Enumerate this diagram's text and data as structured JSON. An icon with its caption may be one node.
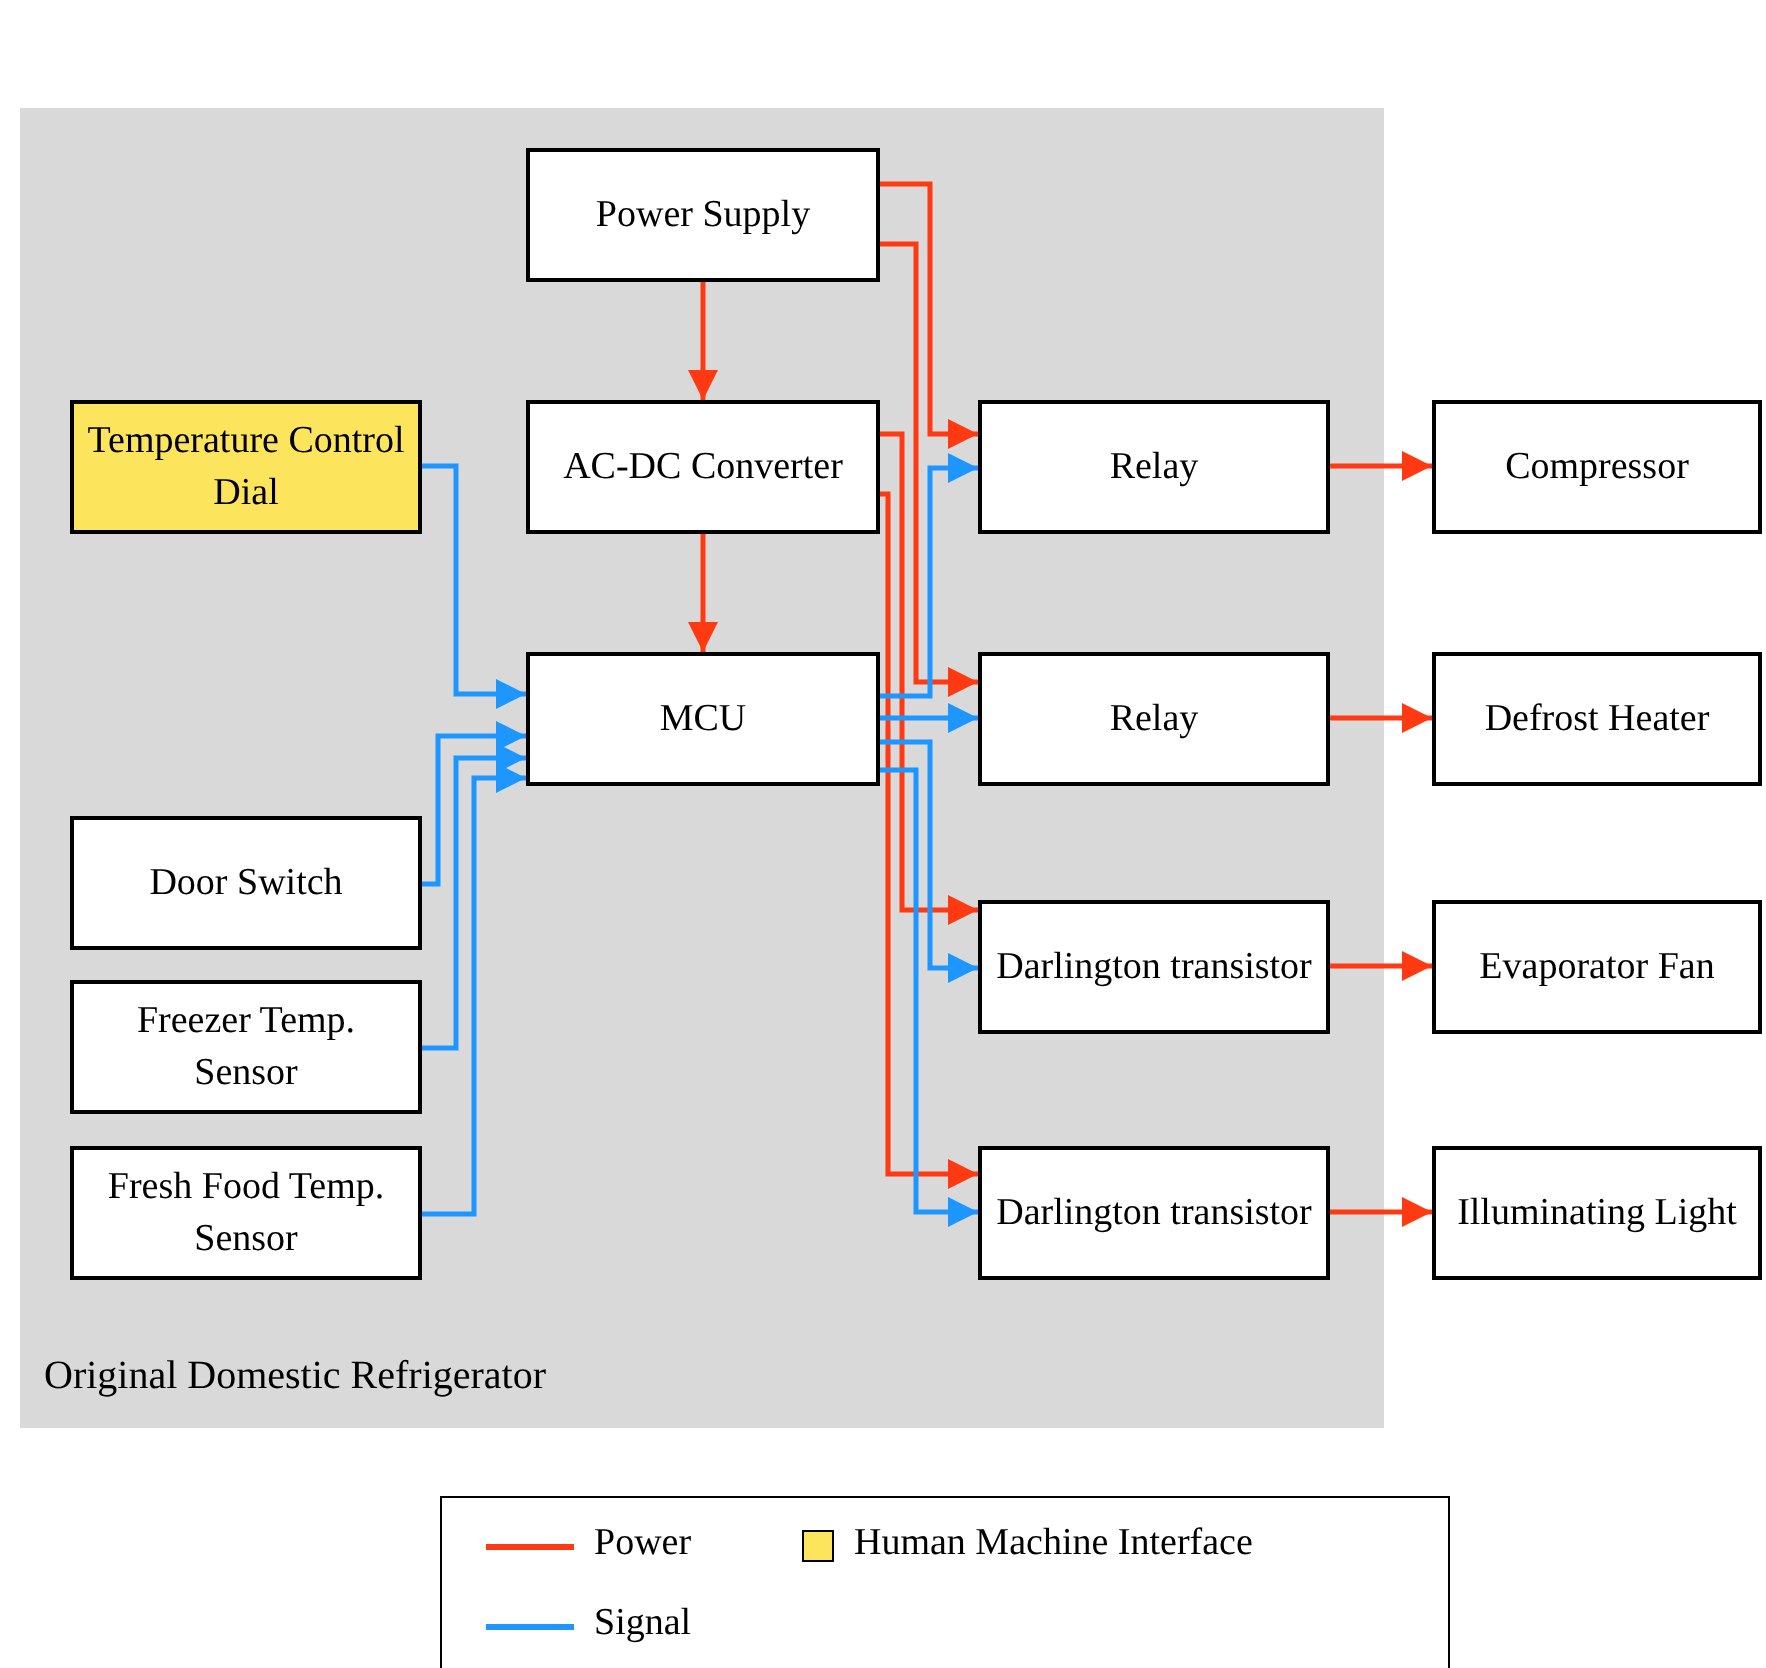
{
  "diagram": {
    "nodes": [
      {
        "text": [
          "Original Domestic Refrigerator"
        ]
      },
      {
        "text": [
          "Power Supply"
        ],
        "in": 0
      },
      {
        "text": [
          "Temperature Control Dial"
        ],
        "in": 0
      },
      {
        "text": [
          "AC-DC Converter"
        ],
        "in": 0
      },
      {
        "text": [
          "Relay"
        ],
        "in": 0
      },
      {
        "text": [
          "Compressor"
        ]
      },
      {
        "text": [
          "MCU"
        ],
        "in": 0
      },
      {
        "text": [
          "Relay"
        ],
        "in": 0
      },
      {
        "text": [
          "Defrost Heater"
        ]
      },
      {
        "text": [
          "Door Switch"
        ],
        "in": 0
      },
      {
        "text": [
          "Freezer Temp. Sensor"
        ],
        "in": 0
      },
      {
        "text": [
          "Darlington transistor"
        ],
        "in": 0
      },
      {
        "text": [
          "Evaporator Fan"
        ]
      },
      {
        "text": [
          "Fresh Food Temp. Sensor"
        ],
        "in": 0
      },
      {
        "text": [
          "Darlington transistor"
        ],
        "in": 0
      },
      {
        "text": [
          "Illuminating Light"
        ]
      }
    ],
    "edges": [
      {
        "from": 1,
        "to": 3,
        "arrow": "to"
      },
      {
        "from": 3,
        "to": 6,
        "arrow": "to"
      },
      {
        "from": 1,
        "to": 4,
        "arrow": "to"
      },
      {
        "from": 1,
        "to": 7,
        "arrow": "to"
      },
      {
        "from": 3,
        "to": 11,
        "arrow": "to"
      },
      {
        "from": 3,
        "to": 14,
        "arrow": "to"
      },
      {
        "from": 2,
        "to": 6,
        "arrow": "to",
        "color": "#1e96ff"
      },
      {
        "from": 9,
        "to": 6,
        "arrow": "to",
        "color": "#1e96ff"
      },
      {
        "from": 10,
        "to": 6,
        "arrow": "to",
        "color": "#1e96ff"
      },
      {
        "from": 13,
        "to": 6,
        "arrow": "to",
        "color": "#1e96ff"
      },
      {
        "from": 6,
        "to": 4,
        "arrow": "to",
        "color": "#1e96ff"
      },
      {
        "from": 6,
        "to": 7,
        "arrow": "to",
        "color": "#1e96ff"
      },
      {
        "from": 6,
        "to": 11,
        "arrow": "to",
        "color": "#1e96ff"
      },
      {
        "from": 6,
        "to": 14,
        "arrow": "to",
        "color": "#1e96ff"
      },
      {
        "from": 4,
        "to": 5,
        "arrow": "to"
      },
      {
        "from": 7,
        "to": 8,
        "arrow": "to"
      },
      {
        "from": 11,
        "to": 12,
        "arrow": "to"
      },
      {
        "from": 14,
        "to": 15,
        "arrow": "to"
      }
    ],
    "legend": [
      {
        "text": "Power"
      },
      {
        "text": "Human Machine Interface",
        "color": "#fce45c"
      },
      {
        "text": "Signal"
      }
    ]
  }
}
